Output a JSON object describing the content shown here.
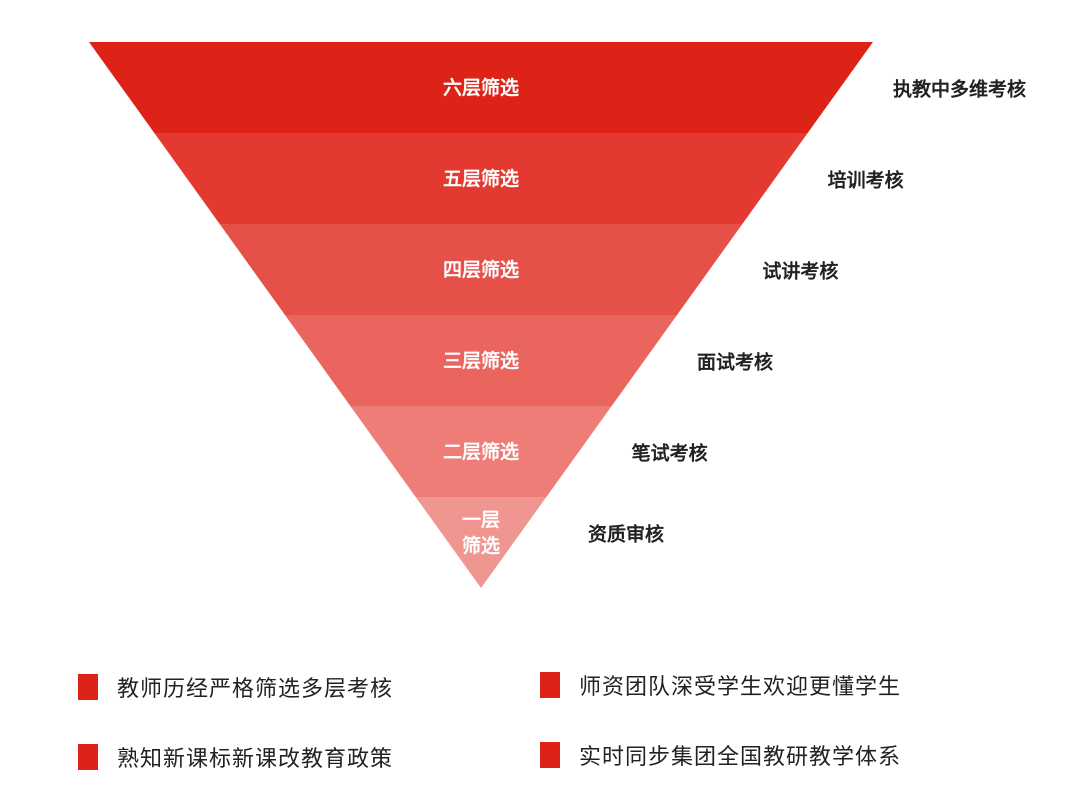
{
  "funnel": {
    "levels": [
      {
        "label": "六层筛选",
        "assessment": "执教中多维考核",
        "color": "#dd2218"
      },
      {
        "label": "五层筛选",
        "assessment": "培训考核",
        "color": "#e23a31"
      },
      {
        "label": "四层筛选",
        "assessment": "试讲考核",
        "color": "#e55049"
      },
      {
        "label": "三层筛选",
        "assessment": "面试考核",
        "color": "#e9655e"
      },
      {
        "label": "二层筛选",
        "assessment": "笔试考核",
        "color": "#ed7d76"
      },
      {
        "label": "一层\n筛选",
        "assessment": "资质审核",
        "color": "#f09690"
      }
    ]
  },
  "legend": [
    "教师历经严格筛选多层考核",
    "师资团队深受学生欢迎更懂学生",
    "熟知新课标新课改教育政策",
    "实时同步集团全国教研教学体系"
  ],
  "accent": "#dd2218"
}
